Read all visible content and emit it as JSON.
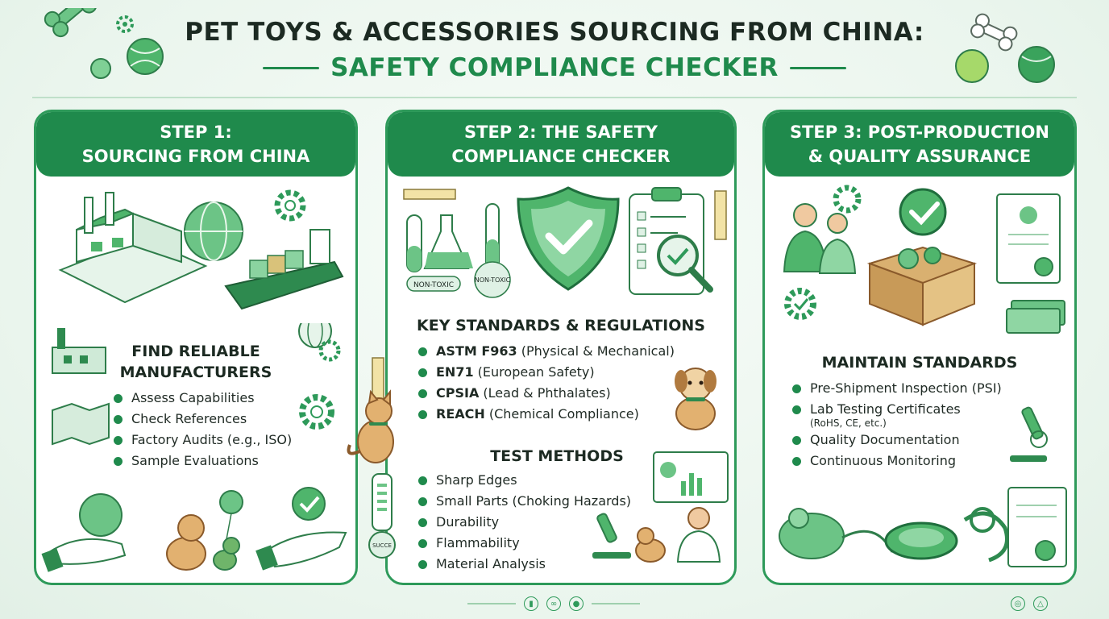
{
  "header": {
    "title_line1": "PET TOYS & ACCESSORIES SOURCING FROM CHINA:",
    "title_line2": "SAFETY COMPLIANCE CHECKER"
  },
  "colors": {
    "primary": "#1f8a4c",
    "accent": "#39b36a",
    "light": "#dff1e5",
    "tan": "#d9a766"
  },
  "step1": {
    "heading_line1": "STEP 1:",
    "heading_line2": "SOURCING FROM CHINA",
    "section_line1": "FIND RELIABLE",
    "section_line2": "MANUFACTURERS",
    "items": [
      "Assess Capabilities",
      "Check References",
      "Factory Audits (e.g., ISO)",
      "Sample Evaluations"
    ]
  },
  "step2": {
    "heading_line1": "STEP 2: THE SAFETY",
    "heading_line2": "COMPLIANCE CHECKER",
    "badge1": "NON-TOXIC",
    "badge2": "NON-TOXIC",
    "standards_title": "KEY STANDARDS & REGULATIONS",
    "standards": [
      {
        "code": "ASTM F963",
        "desc": " (Physical & Mechanical)"
      },
      {
        "code": "EN71",
        "desc": " (European Safety)"
      },
      {
        "code": "CPSIA",
        "desc": " (Lead & Phthalates)"
      },
      {
        "code": "REACH",
        "desc": " (Chemical Compliance)"
      }
    ],
    "tests_title": "TEST METHODS",
    "tests": [
      "Sharp Edges",
      "Small Parts (Choking Hazards)",
      "Durability",
      "Flammability",
      "Material Analysis"
    ],
    "gauge_label": "SUCCE"
  },
  "step3": {
    "heading_line1": "STEP 3: POST-PRODUCTION",
    "heading_line2": "& QUALITY ASSURANCE",
    "section_title": "MAINTAIN STANDARDS",
    "items": [
      "Pre-Shipment Inspection (PSI)",
      "Lab Testing Certificates",
      "Quality Documentation",
      "Continuous Monitoring"
    ],
    "items_sub": "(RoHS, CE, etc.)"
  },
  "icons": [
    "bone-icon",
    "tennis-ball-icon",
    "gear-icon",
    "shield-check-icon",
    "clipboard-icon",
    "magnifier-icon",
    "factory-icon",
    "globe-icon",
    "ship-icon",
    "box-icon",
    "certificate-icon",
    "microscope-icon",
    "mouse-toy-icon",
    "frisbee-icon",
    "leash-icon"
  ]
}
